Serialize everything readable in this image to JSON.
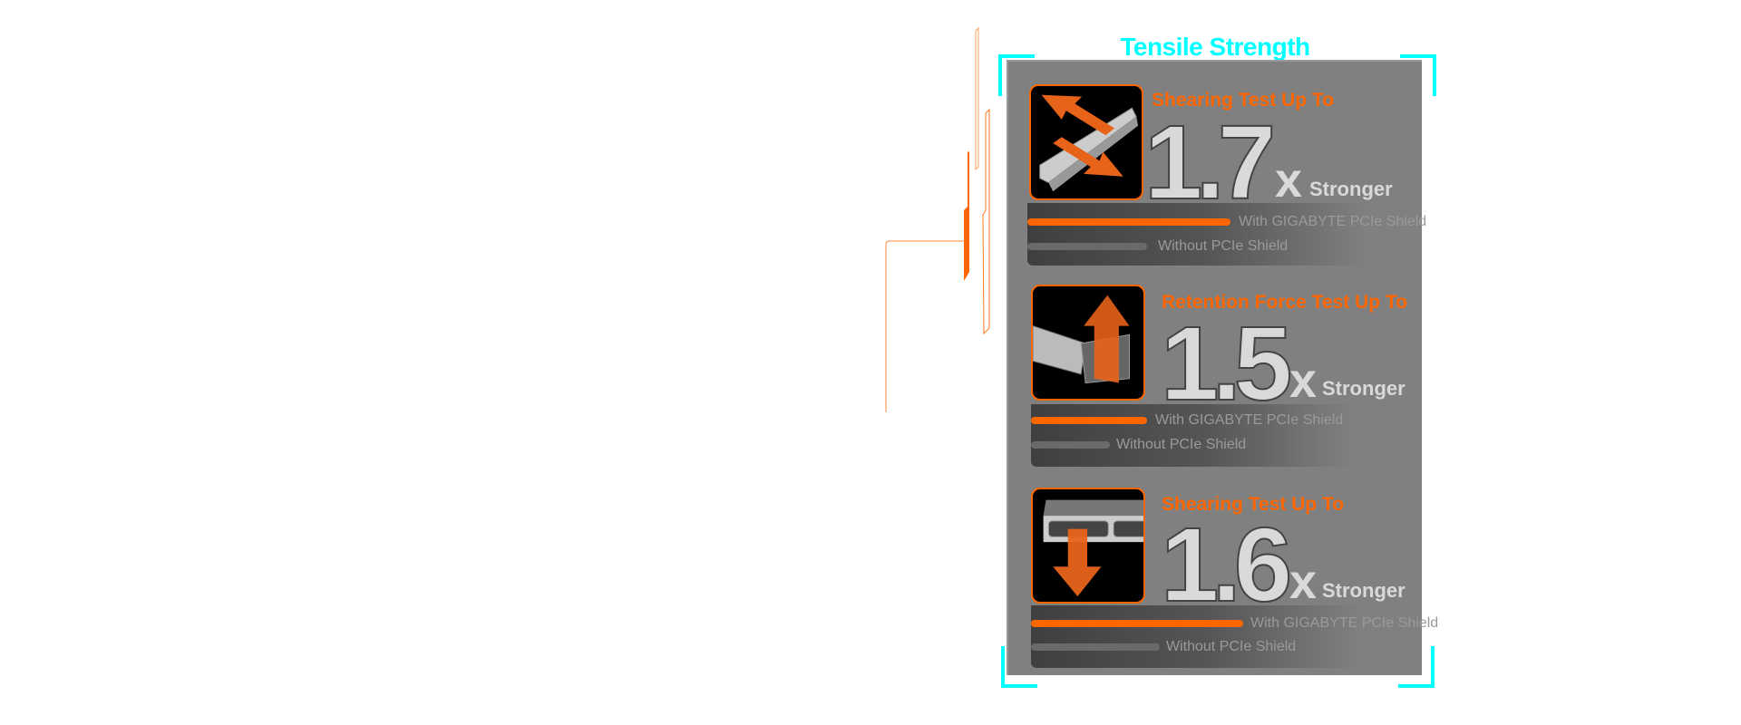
{
  "title": "Tensile Strength",
  "colors": {
    "accent_cyan": "#00ffff",
    "accent_orange": "#ff6600",
    "panel": "#808080"
  },
  "tests": [
    {
      "heading": "Shearing Test Up To",
      "value": "1.7",
      "multiplier": "x",
      "suffix": "Stronger",
      "icon": "horizontal-shear-arrows-icon",
      "with_label": "With GIGABYTE PCIe Shield",
      "without_label": "Without PCIe Shield",
      "with_ratio": 1.7,
      "without_ratio": 1.0
    },
    {
      "heading": "Retention Force Test Up To",
      "value": "1.5",
      "multiplier": "x",
      "suffix": "Stronger",
      "icon": "upward-pull-arrow-icon",
      "with_label": "With GIGABYTE PCIe Shield",
      "without_label": "Without PCIe Shield",
      "with_ratio": 1.5,
      "without_ratio": 1.0
    },
    {
      "heading": "Shearing Test Up To",
      "value": "1.6",
      "multiplier": "x",
      "suffix": "Stronger",
      "icon": "downward-push-arrow-icon",
      "with_label": "With GIGABYTE PCIe Shield",
      "without_label": "Without PCIe Shield",
      "with_ratio": 1.6,
      "without_ratio": 1.0
    }
  ]
}
